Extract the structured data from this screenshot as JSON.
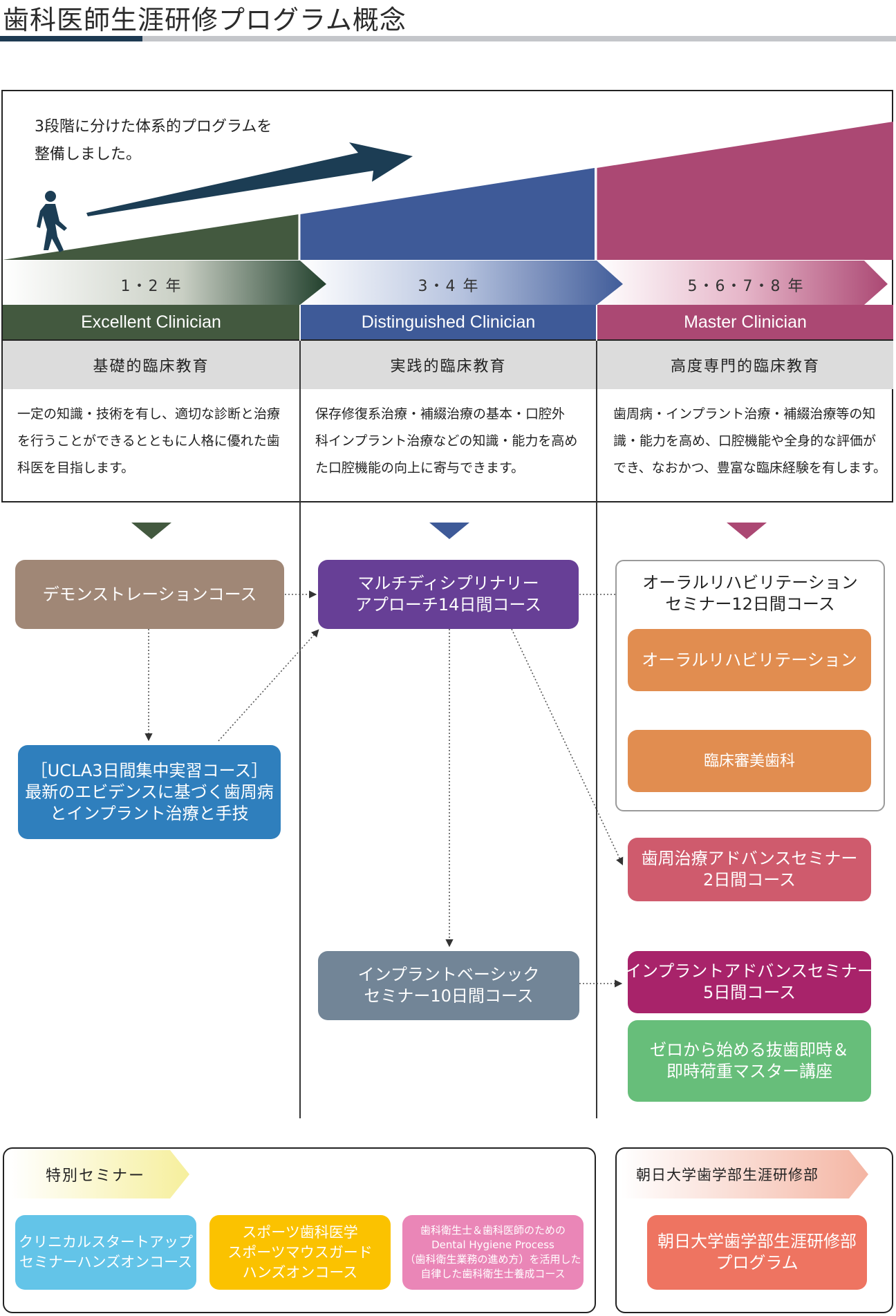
{
  "title": "歯科医師生涯研修プログラム概念",
  "intro": [
    "3段階に分けた体系的プログラムを",
    "整備しました。"
  ],
  "colors": {
    "excellent": "#43593f",
    "distinguished": "#3e5a98",
    "master": "#ab4873",
    "demo": "#a08776",
    "multi": "#673f96",
    "ucla": "#2f7fbd",
    "oral": "#e18d50",
    "perio": "#cf5b6d",
    "implant_basic": "#728597",
    "implant_adv": "#a8236a",
    "extraction": "#67be7a",
    "clinical_start": "#63c4e8",
    "sports": "#fbc200",
    "hygiene": "#ea86b7",
    "asahi": "#ee7461"
  },
  "stages": [
    {
      "years": "1・2 年",
      "name": "Excellent Clinician",
      "education": "基礎的臨床教育",
      "description": [
        "一定の知識・技術を有し、適切な診断と治療",
        "を行うことができるとともに人格に優れた歯",
        "科医を目指します。"
      ]
    },
    {
      "years": "3・4 年",
      "name": "Distinguished Clinician",
      "education": "実践的臨床教育",
      "description": [
        "保存修復系治療・補綴治療の基本・口腔外",
        "科インプラント治療などの知識・能力を高め",
        "た口腔機能の向上に寄与できます。"
      ]
    },
    {
      "years": "5・6・7・8 年",
      "name": "Master Clinician",
      "education": "高度専門的臨床教育",
      "description": [
        "歯周病・インプラント治療・補綴治療等の知",
        "識・能力を高め、口腔機能や全身的な評価が",
        "でき、なおかつ、豊富な臨床経験を有します。"
      ]
    }
  ],
  "courses": {
    "demo": [
      "デモンストレーションコース"
    ],
    "multi": [
      "マルチディシプリナリー",
      "アプローチ14日間コース"
    ],
    "oral_group": [
      "オーラルリハビリテーション",
      "セミナー12日間コース"
    ],
    "oral": [
      "オーラルリハビリテーション"
    ],
    "esthetic": [
      "臨床審美歯科"
    ],
    "ucla": [
      "［UCLA3日間集中実習コース］",
      "最新のエビデンスに基づく歯周病",
      "とインプラント治療と手技"
    ],
    "perio": [
      "歯周治療アドバンスセミナー",
      "2日間コース"
    ],
    "implant_basic": [
      "インプラントベーシック",
      "セミナー10日間コース"
    ],
    "implant_adv": [
      "インプラントアドバンスセミナー",
      "5日間コース"
    ],
    "extraction": [
      "ゼロから始める抜歯即時＆",
      "即時荷重マスター講座"
    ]
  },
  "special": {
    "label": "特別セミナー",
    "items": [
      [
        "クリニカルスタートアップ",
        "セミナーハンズオンコース"
      ],
      [
        "スポーツ歯科医学",
        "スポーツマウスガード",
        "ハンズオンコース"
      ],
      [
        "歯科衛生士＆歯科医師のための",
        "Dental Hygiene Process",
        "（歯科衛生業務の進め方）を活用した",
        "自律した歯科衛生士養成コース"
      ]
    ]
  },
  "asahi": {
    "label": "朝日大学歯学部生涯研修部",
    "program": [
      "朝日大学歯学部生涯研修部",
      "プログラム"
    ]
  }
}
